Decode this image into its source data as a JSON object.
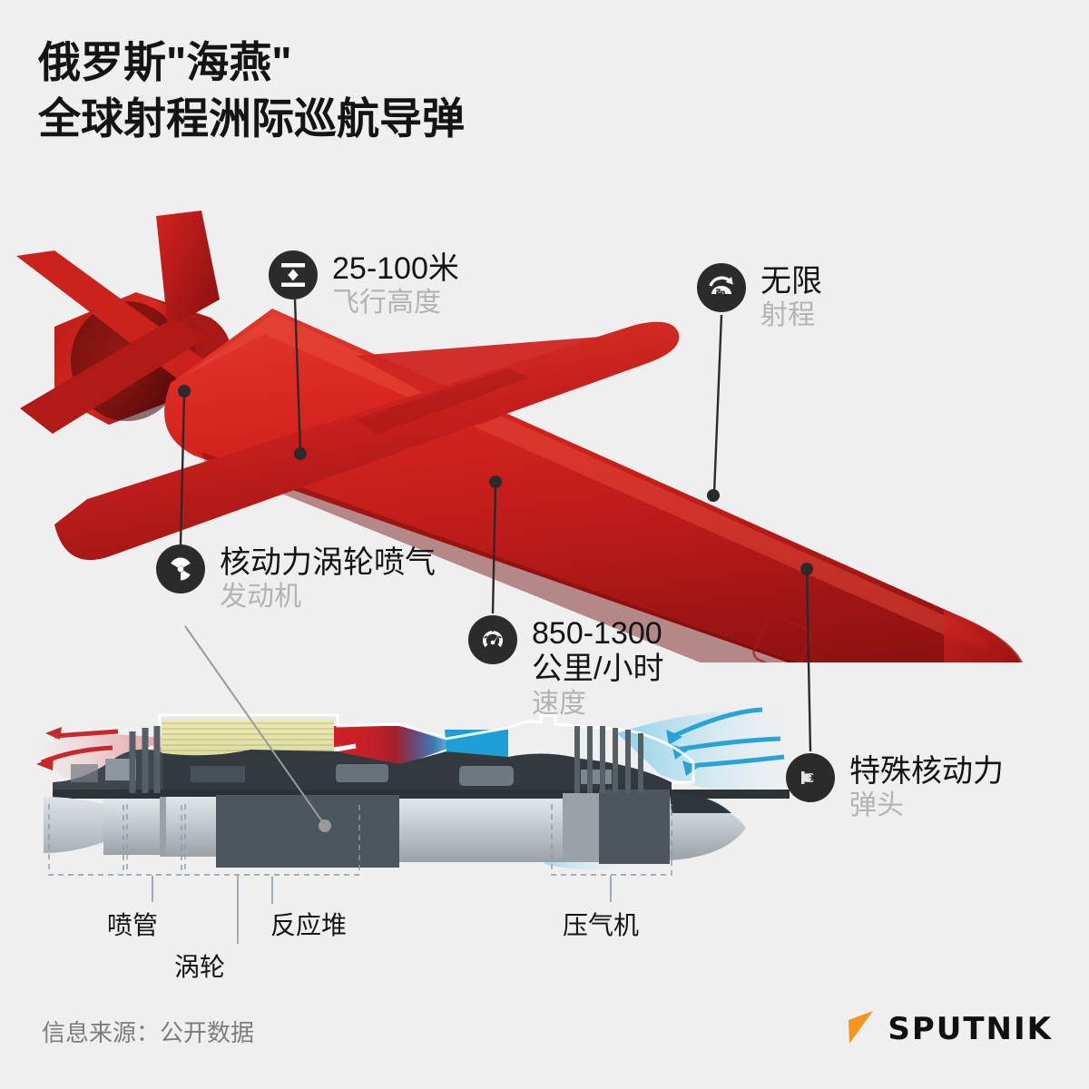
{
  "page": {
    "background_color": "#efefef",
    "accent_red": "#cc2026",
    "badge_color": "#2b2b2b",
    "label_gray": "#b3b3b3",
    "logo_orange": "#f7941e"
  },
  "title": {
    "line1": "俄罗斯\"海燕\"",
    "line2": "全球射程洲际巡航导弹"
  },
  "callouts": [
    {
      "id": "altitude",
      "icon": "altitude-icon",
      "value": "25-100米",
      "label": "飞行高度"
    },
    {
      "id": "range",
      "icon": "globe-range-icon",
      "value": "无限",
      "label": "射程"
    },
    {
      "id": "engine",
      "icon": "radiation-icon",
      "value": "核动力涡轮喷气",
      "label": "发动机"
    },
    {
      "id": "speed",
      "icon": "speedometer-icon",
      "value": "850-1300\n公里/小时",
      "label": "速度"
    },
    {
      "id": "warhead",
      "icon": "warhead-icon",
      "value": "特殊核动力",
      "label": "弹头"
    }
  ],
  "engine_parts": [
    {
      "id": "nozzle",
      "label": "喷管"
    },
    {
      "id": "turbine",
      "label": "涡轮"
    },
    {
      "id": "reactor",
      "label": "反应堆"
    },
    {
      "id": "compressor",
      "label": "压气机"
    }
  ],
  "footer": {
    "source": "信息来源：公开数据",
    "brand": "SPUTNIK"
  }
}
